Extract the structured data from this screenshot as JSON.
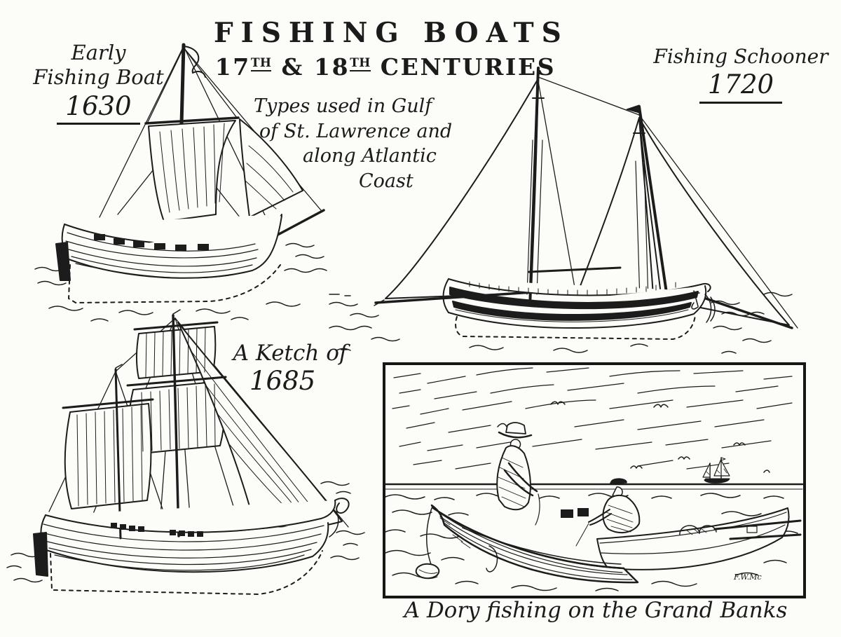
{
  "plate": {
    "title_line1": "FISHING BOATS",
    "title_line2": {
      "num1": "17",
      "sup1": "TH",
      "amp": " & ",
      "num2": "18",
      "sup2": "TH",
      "word": " CENTURIES"
    },
    "subtitle_lines": [
      "Types used in Gulf",
      "of St. Lawrence and",
      "along Atlantic",
      "Coast"
    ]
  },
  "labels": {
    "early_boat": {
      "line1": "Early",
      "line2": "Fishing Boat",
      "year": "1630"
    },
    "schooner": {
      "name": "Fishing Schooner",
      "year": "1720"
    },
    "ketch": {
      "name": "A Ketch of",
      "year": "1685"
    },
    "dory_caption": "A Dory fishing on the Grand Banks",
    "artist_signature": "F.W.Mc"
  },
  "colors": {
    "paper": "#fcfcf9",
    "ink": "#1c1c1c"
  }
}
